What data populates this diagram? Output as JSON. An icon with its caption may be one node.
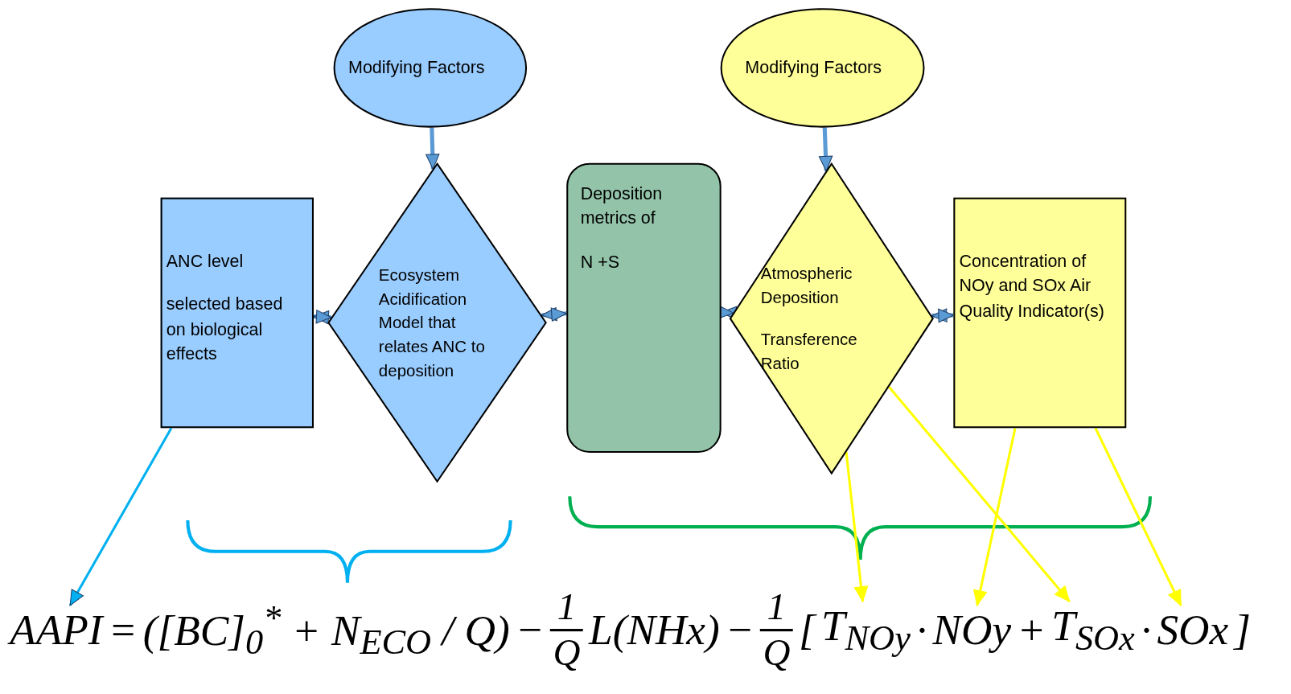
{
  "diagram": {
    "nodes": [
      {
        "text": [
          "Modifying Factors"
        ]
      },
      {
        "text": [
          "Modifying Factors"
        ]
      },
      {
        "text": [
          "ANC level",
          "selected based on biological effects"
        ]
      },
      {
        "text": [
          "Ecosystem Acidification Model that relates ANC to deposition"
        ]
      },
      {
        "text": [
          "Deposition metrics of",
          "N +S"
        ]
      },
      {
        "text": [
          "Atmospheric Deposition",
          "Transference Ratio"
        ]
      },
      {
        "text": [
          "Concentration of NOy and SOx Air Quality Indicator(s)"
        ]
      },
      {
        "text": [
          "AAPI"
        ]
      },
      {
        "text": [
          "T$_{NOy}$"
        ]
      },
      {
        "text": [
          "NOy"
        ]
      },
      {
        "text": [
          "T$_{SOx}$"
        ]
      },
      {
        "text": [
          "SOx"
        ]
      }
    ],
    "edges": [
      {
        "from": 0,
        "to": 3,
        "arrow": "to"
      },
      {
        "from": 1,
        "to": 5,
        "arrow": "to"
      },
      {
        "from": 2,
        "to": 3,
        "arrow": "both"
      },
      {
        "from": 3,
        "to": 4,
        "arrow": "both"
      },
      {
        "from": 4,
        "to": 5,
        "arrow": "both"
      },
      {
        "from": 5,
        "to": 6,
        "arrow": "both"
      },
      {
        "from": 2,
        "to": 7,
        "arrow": "to",
        "color": "#00b0f0"
      },
      {
        "from": 5,
        "to": 8,
        "arrow": "to",
        "color": "#ffff00"
      },
      {
        "from": 6,
        "to": 9,
        "arrow": "to",
        "color": "#ffff00"
      },
      {
        "from": 5,
        "to": 10,
        "arrow": "to",
        "color": "#ffff00"
      },
      {
        "from": 6,
        "to": 11,
        "arrow": "to",
        "color": "#ffff00"
      }
    ],
    "labels": [
      "=",
      "([BC]$_{0}$$^{*}$ + N$_{ECO}$ / Q)",
      "−",
      "1",
      "Q",
      "L(NHx)",
      "−",
      "1",
      "Q",
      "[",
      "·",
      "+",
      "·",
      "]"
    ]
  }
}
